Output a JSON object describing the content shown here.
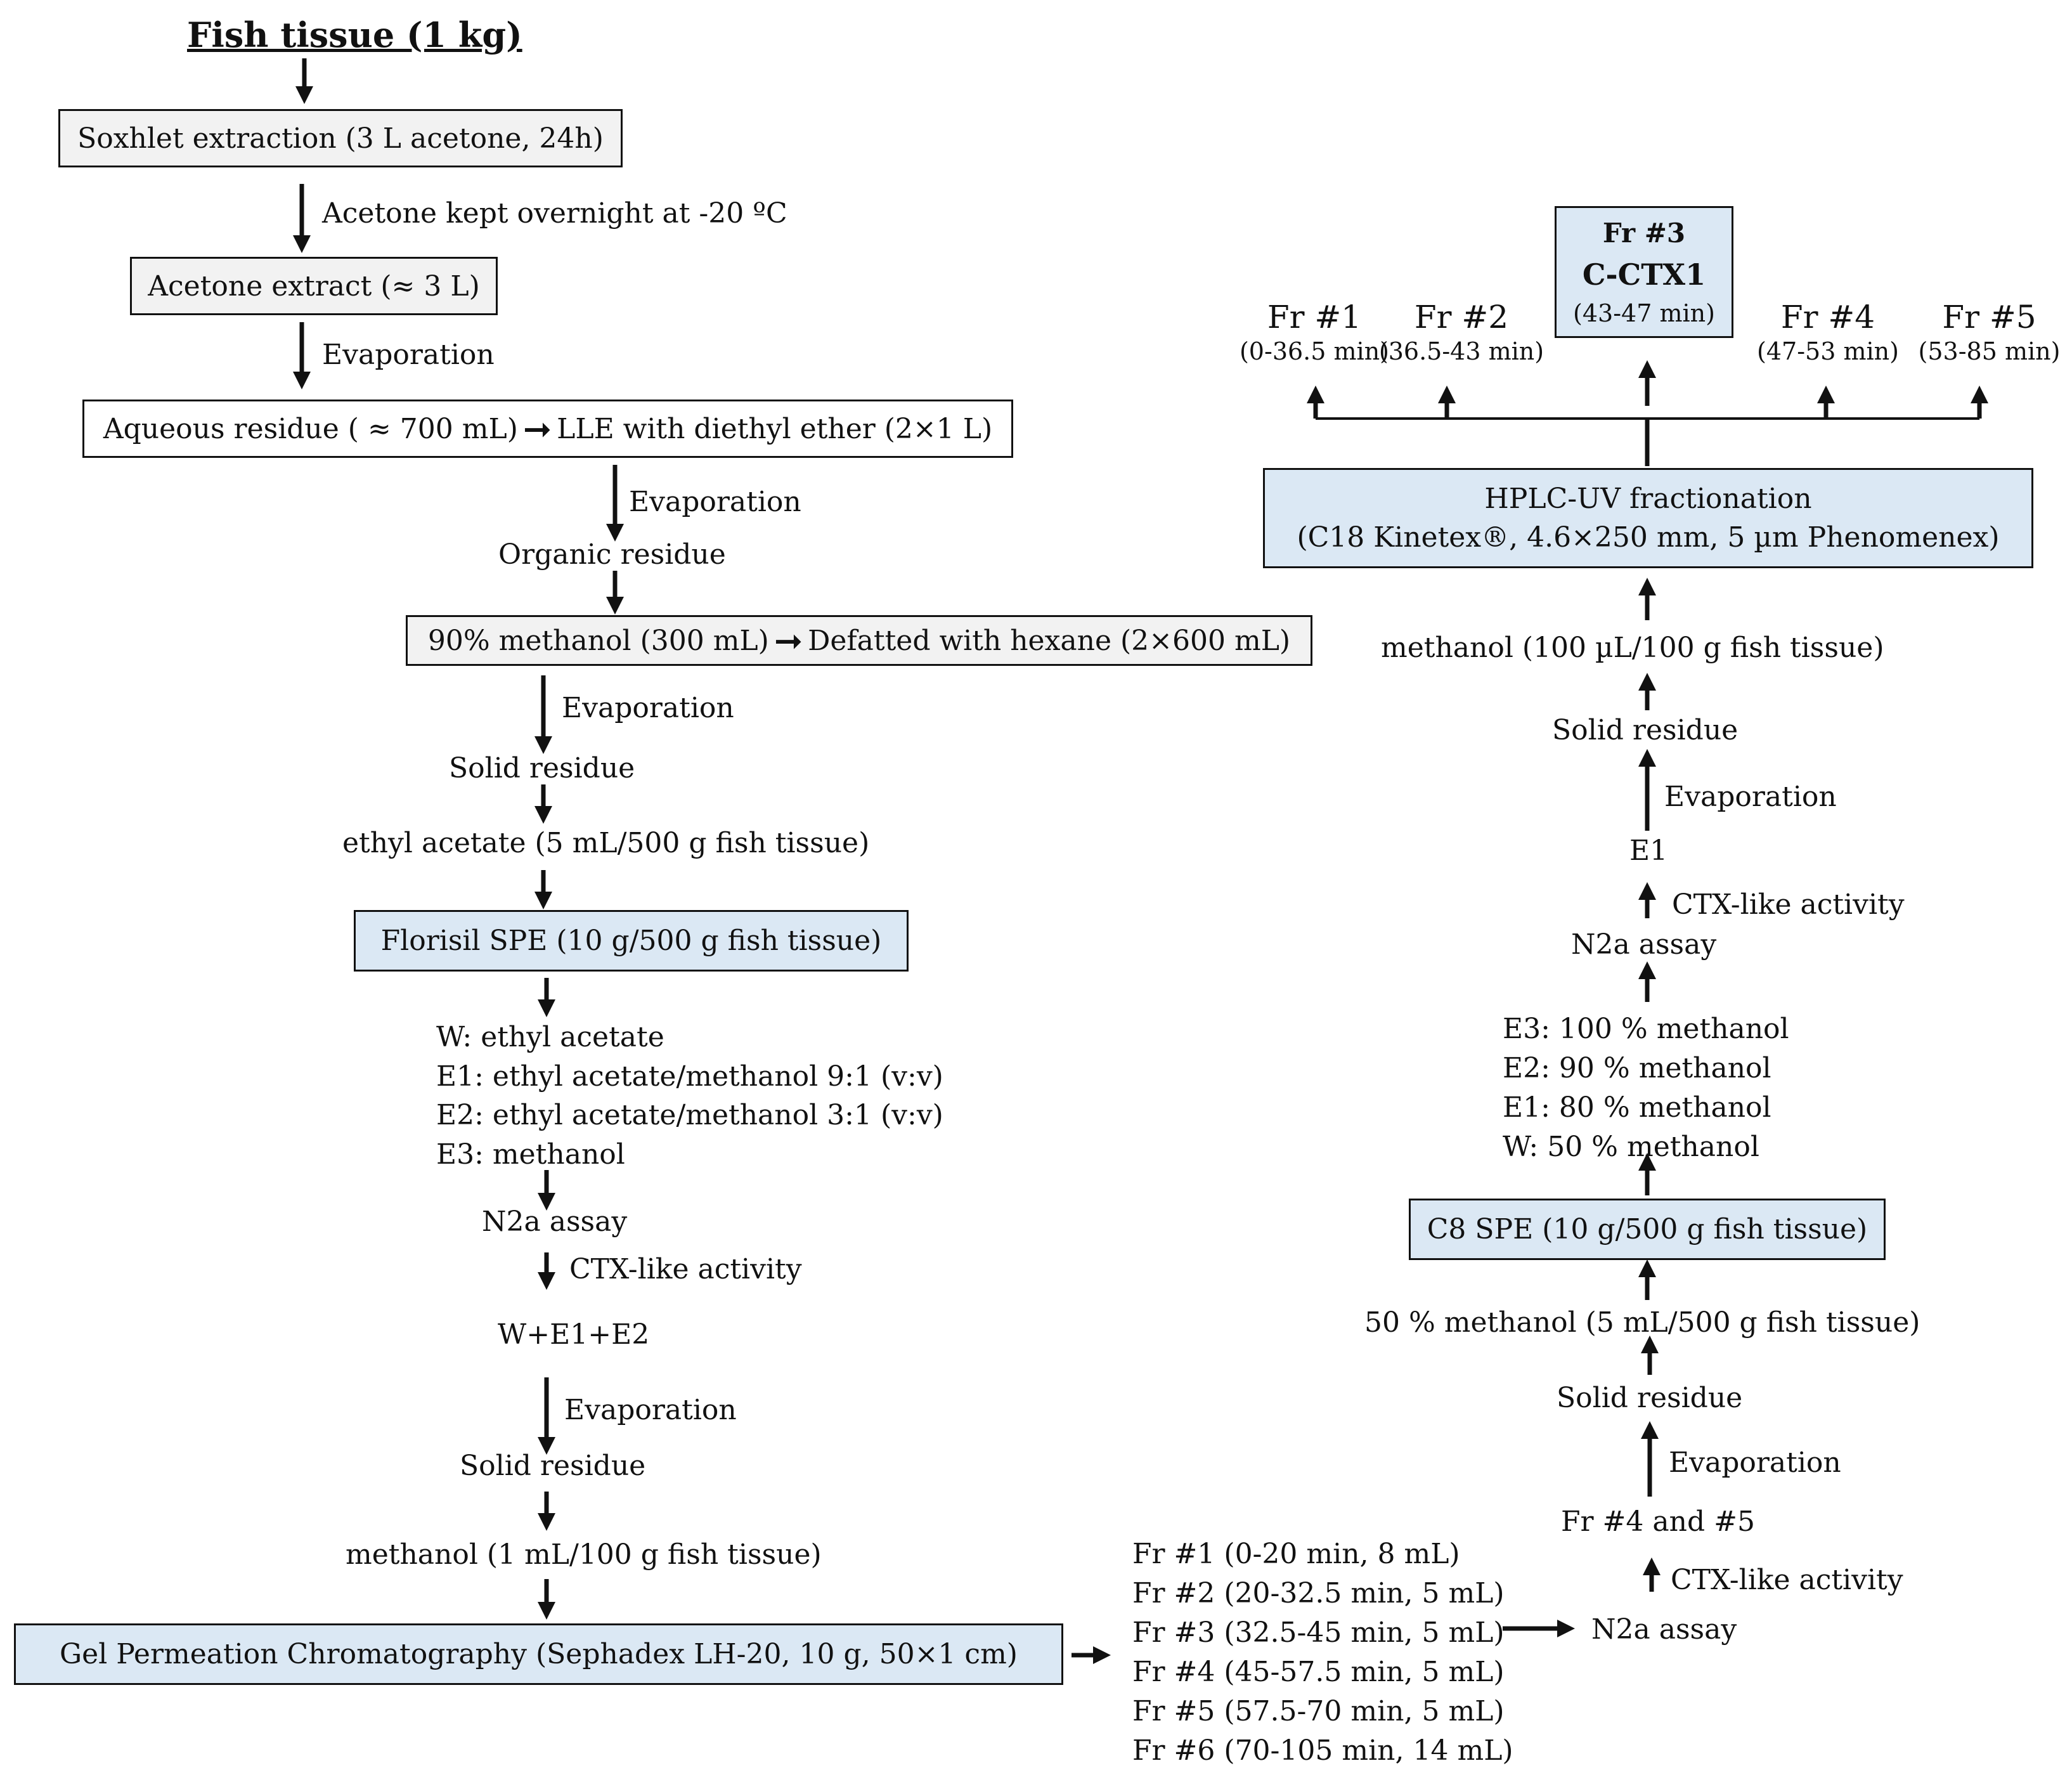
{
  "left": {
    "title": "Fish tissue (1 kg)",
    "soxhlet": "Soxhlet extraction (3 L acetone, 24h)",
    "acetone_note": "Acetone kept overnight at -20 ºC",
    "acetone_extract": "Acetone extract (≈ 3 L)",
    "evap1": "Evaporation",
    "aqueous": "Aqueous residue ( ≈ 700 mL)",
    "lle": "LLE with diethyl ether (2×1 L)",
    "evap2": "Evaporation",
    "organic": "Organic residue",
    "methanol90": "90% methanol (300 mL)",
    "defatted": "Defatted with hexane (2×600 mL)",
    "evap3": "Evaporation",
    "solid1": "Solid residue",
    "ethyl_acetate": "ethyl acetate (5 mL/500 g fish tissue)",
    "florisil": "Florisil SPE (10 g/500 g fish tissue)",
    "elutions": [
      "W: ethyl acetate",
      "E1: ethyl acetate/methanol 9:1 (v:v)",
      "E2: ethyl acetate/methanol 3:1 (v:v)",
      "E3: methanol"
    ],
    "n2a": "N2a assay",
    "ctx": "CTX-like activity",
    "combined": "W+E1+E2",
    "evap4": "Evaporation",
    "solid2": "Solid residue",
    "methanol_1ml": "methanol (1 mL/100 g fish tissue)",
    "gpc": "Gel Permeation Chromatography (Sephadex LH-20, 10 g, 50×1 cm)"
  },
  "gpc_fractions": [
    "Fr #1 (0-20 min, 8 mL)",
    "Fr #2 (20-32.5 min, 5 mL)",
    "Fr #3 (32.5-45 min, 5 mL)",
    "Fr #4 (45-57.5 min, 5 mL)",
    "Fr #5 (57.5-70 min, 5 mL)",
    "Fr #6 (70-105 min, 14 mL)"
  ],
  "right": {
    "n2a_bottom": "N2a assay",
    "ctx_bottom": "CTX-like activity",
    "fr45": "Fr #4 and #5",
    "evap_a": "Evaporation",
    "solid_a": "Solid residue",
    "methanol50": "50 % methanol (5 mL/500 g fish tissue)",
    "c8": "C8 SPE (10 g/500 g fish tissue)",
    "c8_elutions": [
      "E3: 100 % methanol",
      "E2: 90 % methanol",
      "E1: 80 % methanol",
      "W: 50 % methanol"
    ],
    "n2a_top": "N2a assay",
    "ctx_top": "CTX-like activity",
    "e1": "E1",
    "evap_b": "Evaporation",
    "solid_b": "Solid residue",
    "methanol100": "methanol (100 µL/100 g fish tissue)",
    "hplc_line1": "HPLC-UV fractionation",
    "hplc_line2": "(C18 Kinetex®, 4.6×250 mm, 5 µm Phenomenex)",
    "hplc_fractions": [
      {
        "label": "Fr #1",
        "range": "(0-36.5 min)"
      },
      {
        "label": "Fr #2",
        "range": "(36.5-43 min)"
      },
      {
        "label": "Fr #4",
        "range": "(47-53 min)"
      },
      {
        "label": "Fr #5",
        "range": "(53-85 min)"
      }
    ],
    "fr3": {
      "label": "Fr #3",
      "compound": "C-CTX1",
      "range": "(43-47 min)"
    }
  },
  "colors": {
    "blue_box": "#dbe8f4",
    "grey_box": "#f2f2f2",
    "line": "#111111"
  }
}
